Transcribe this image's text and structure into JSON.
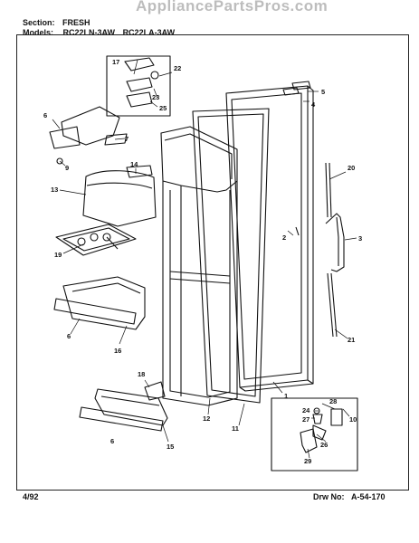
{
  "header": {
    "section_label": "Section:",
    "section_value": "FRESH",
    "models_label": "Models:",
    "model_1": "RC22LN-3AW",
    "model_2": "RC22LA-3AW"
  },
  "watermark": "AppliancePartsPros.com",
  "footer": {
    "date": "4/92",
    "drawing_label": "Drw No:",
    "drawing_number": "A-54-170"
  },
  "callouts": {
    "c1": "1",
    "c2": "2",
    "c3": "3",
    "c4": "4",
    "c5": "5",
    "c6a": "6",
    "c6b": "6",
    "c6c": "6",
    "c7": "7",
    "c9": "9",
    "c10": "10",
    "c11": "11",
    "c12": "12",
    "c13": "13",
    "c14": "14",
    "c15": "15",
    "c16": "16",
    "c17": "17",
    "c18": "18",
    "c19": "19",
    "c20": "20",
    "c21": "21",
    "c22": "22",
    "c23": "23",
    "c24": "24",
    "c25": "25",
    "c26": "26",
    "c27": "27",
    "c28": "28",
    "c29": "29"
  },
  "colors": {
    "line": "#111111",
    "watermark": "#bdbdbd"
  }
}
